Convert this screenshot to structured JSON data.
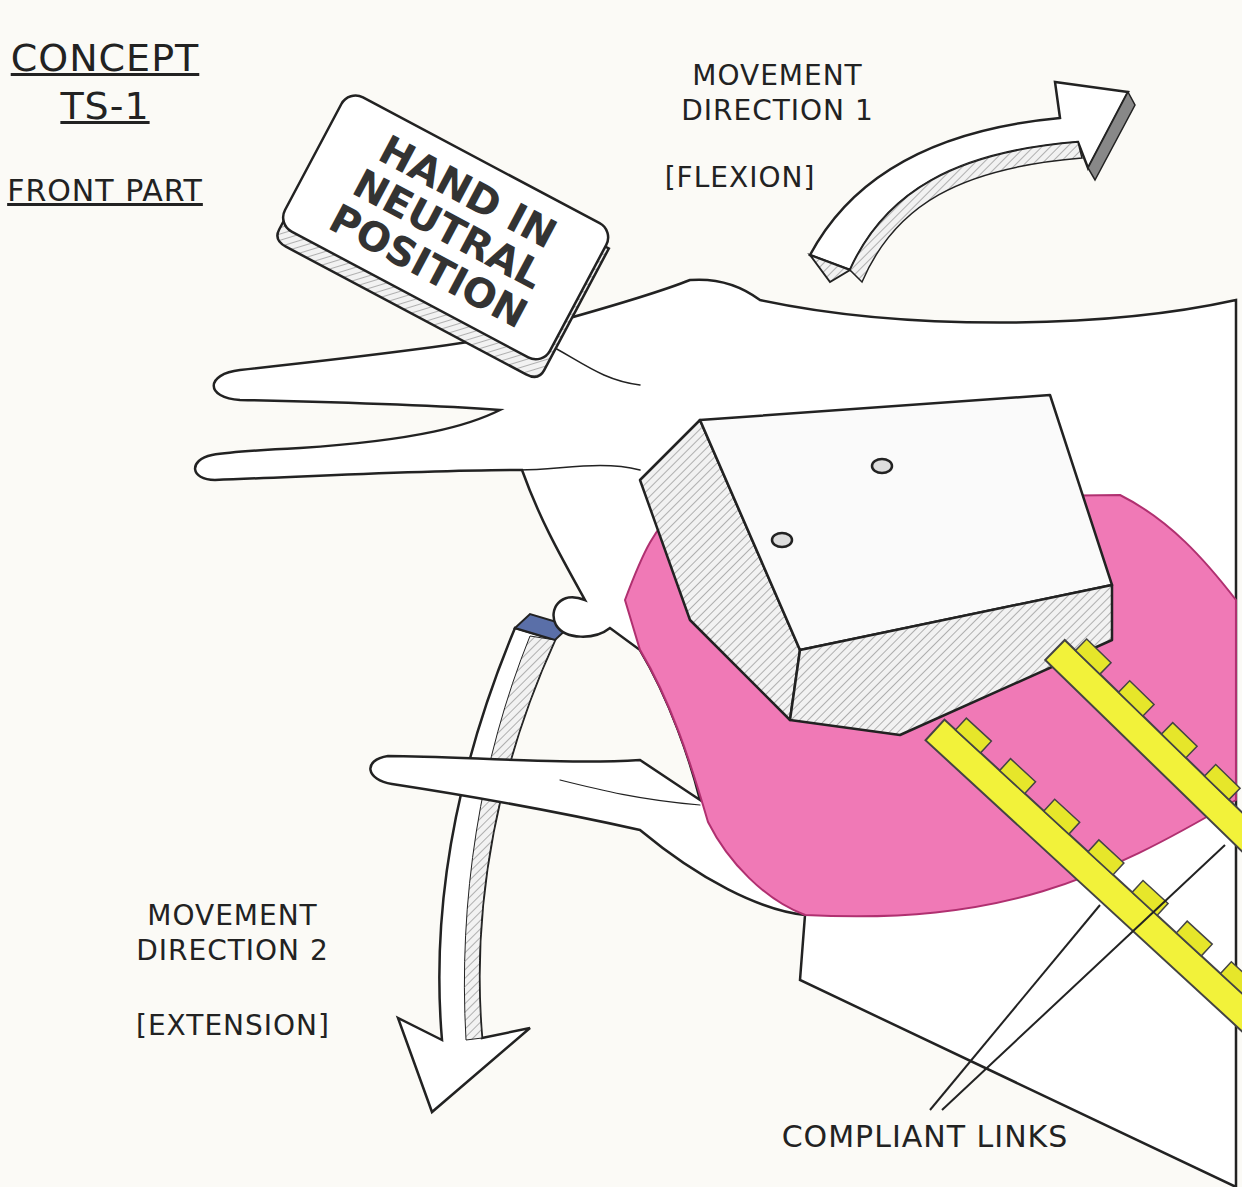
{
  "diagram": {
    "title": "CONCEPT TS-1",
    "nodes": [
      {
        "text": [
          "HAND IN NEUTRAL POSITION"
        ]
      }
    ],
    "labels": [
      "FRONT PART",
      "MOVEMENT DIRECTION 1",
      "[FLEXION]",
      "MOVEMENT DIRECTION 2",
      "[EXTENSION]",
      "COMPLIANT LINKS"
    ]
  }
}
